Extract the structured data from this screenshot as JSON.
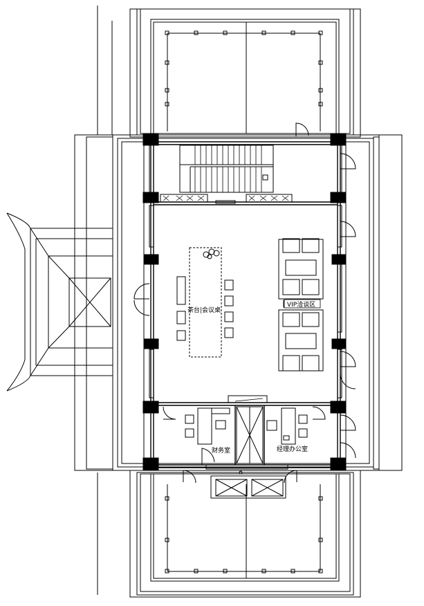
{
  "plan": {
    "rooms": {
      "tea_table": "茶台|会议桌",
      "vip_area": "VIP洽谈区",
      "finance_office": "财务室",
      "manager_office": "经理办公室"
    },
    "colors": {
      "line": "#000000",
      "background": "#ffffff",
      "hatch": "#000000"
    }
  }
}
